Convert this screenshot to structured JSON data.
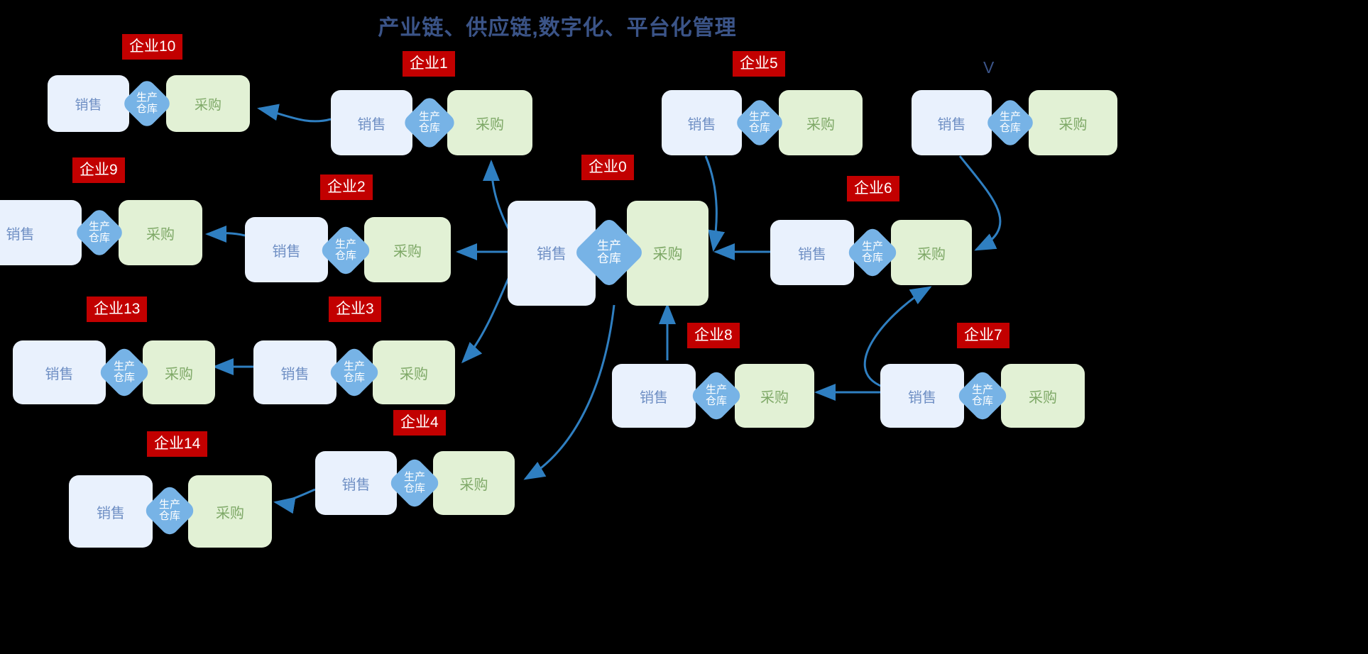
{
  "title": "产业链、供应链,数字化、平台化管理",
  "stray_marker": "V",
  "colors": {
    "background": "#000000",
    "title": "#3b5488",
    "label_badge": "#c20000",
    "label_text": "#ffffff",
    "sales_fill": "#e9f1fd",
    "sales_text": "#6f8fc4",
    "purchase_fill": "#e2f1d5",
    "purchase_text": "#7fa968",
    "warehouse_fill": "#77b3e6",
    "warehouse_text": "#ffffff",
    "edge": "#2f7fc1"
  },
  "segment_labels": {
    "sales": "销售",
    "warehouse": "生产\n仓库",
    "purchase": "采购"
  },
  "units": [
    {
      "id": "qiye10",
      "label": "企业10"
    },
    {
      "id": "qiye1",
      "label": "企业1"
    },
    {
      "id": "qiye5",
      "label": "企业5"
    },
    {
      "id": "qiyeV",
      "label": ""
    },
    {
      "id": "qiye9",
      "label": "企业9"
    },
    {
      "id": "qiye2",
      "label": "企业2"
    },
    {
      "id": "qiye0",
      "label": "企业0"
    },
    {
      "id": "qiye6",
      "label": "企业6"
    },
    {
      "id": "qiye13",
      "label": "企业13"
    },
    {
      "id": "qiye3",
      "label": "企业3"
    },
    {
      "id": "qiye8",
      "label": "企业8"
    },
    {
      "id": "qiye7",
      "label": "企业7"
    },
    {
      "id": "qiye4",
      "label": "企业4"
    },
    {
      "id": "qiye14",
      "label": "企业14"
    }
  ],
  "flows": [
    {
      "from": "企业1",
      "to": "企业10"
    },
    {
      "from": "企业0",
      "to": "企业1"
    },
    {
      "from": "企业0",
      "to": "企业2"
    },
    {
      "from": "企业2",
      "to": "企业9"
    },
    {
      "from": "企业0",
      "to": "企业3"
    },
    {
      "from": "企业3",
      "to": "企业13"
    },
    {
      "from": "企业0",
      "to": "企业4"
    },
    {
      "from": "企业4",
      "to": "企业14"
    },
    {
      "from": "企业5",
      "to": "企业0"
    },
    {
      "from": "企业6",
      "to": "企业0"
    },
    {
      "from": "企业8",
      "to": "企业0"
    },
    {
      "from": "企业7",
      "to": "企业8"
    },
    {
      "from": "企业7",
      "to": "企业6"
    },
    {
      "from": "未命名",
      "to": "企业6"
    }
  ]
}
